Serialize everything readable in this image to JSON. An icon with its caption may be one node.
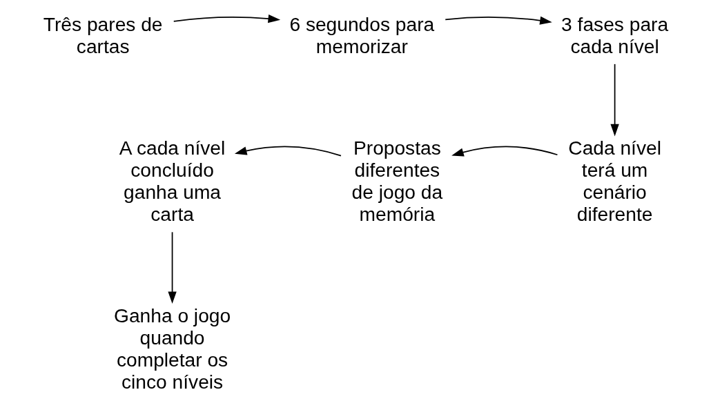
{
  "diagram": {
    "nodes": [
      {
        "text": [
          "Três pares de cartas"
        ]
      },
      {
        "text": [
          "6 segundos para memorizar"
        ]
      },
      {
        "text": [
          "3 fases para cada nível"
        ]
      },
      {
        "text": [
          "Cada nível terá um cenário diferente"
        ]
      },
      {
        "text": [
          "Propostas diferentes de jogo da memória"
        ]
      },
      {
        "text": [
          "A cada nível concluído ganha uma carta"
        ]
      },
      {
        "text": [
          "Ganha o jogo quando completar os cinco níveis"
        ]
      }
    ],
    "edges": [
      {
        "from": 0,
        "to": 1,
        "arrow": "to"
      },
      {
        "from": 1,
        "to": 2,
        "arrow": "to"
      },
      {
        "from": 2,
        "to": 3,
        "arrow": "to"
      },
      {
        "from": 3,
        "to": 4,
        "arrow": "to"
      },
      {
        "from": 4,
        "to": 5,
        "arrow": "to"
      },
      {
        "from": 5,
        "to": 6,
        "arrow": "to"
      }
    ]
  }
}
